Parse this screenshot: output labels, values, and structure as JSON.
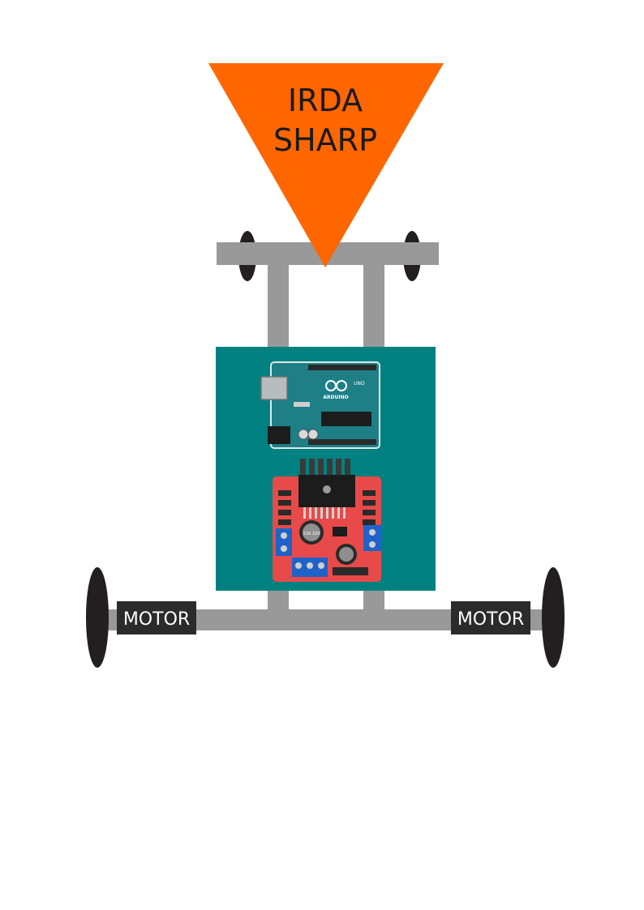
{
  "sensor": {
    "line1": "IRDA",
    "line2": "SHARP",
    "color": "#ff6600"
  },
  "motors": {
    "left_label": "MOTOR",
    "right_label": "MOTOR",
    "label_bg": "#2b2b2b",
    "label_fg": "#ffffff"
  },
  "board": {
    "color": "#008080"
  },
  "arduino": {
    "logo_text": "ARDUINO",
    "model_text": "UNO",
    "pcb_color": "#1e7f86"
  },
  "driver": {
    "pcb_color": "#e84a4a",
    "terminal_color": "#1f63c9",
    "capacitor_text": "220 10V"
  },
  "frame": {
    "color": "#999999"
  },
  "wheel_color": "#231f20"
}
